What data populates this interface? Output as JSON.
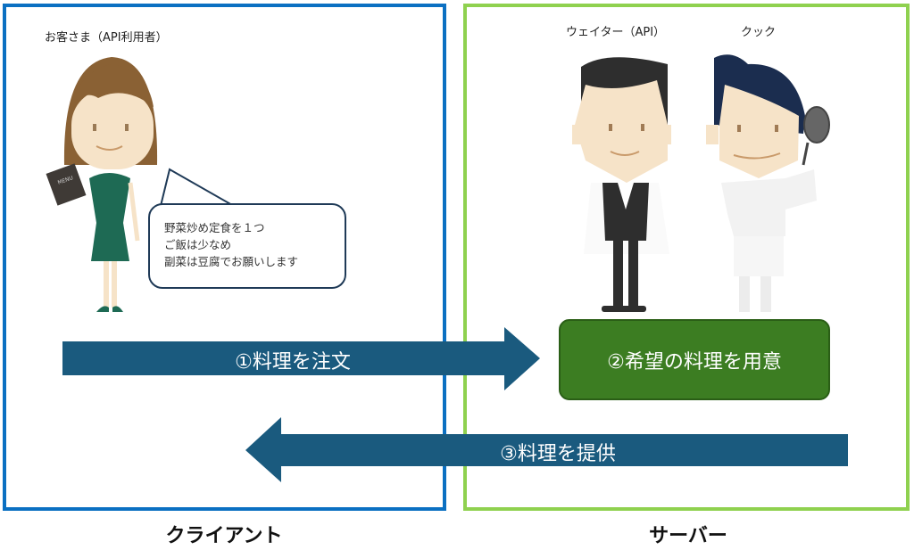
{
  "client": {
    "customer_label": "お客さま（API利用者）",
    "menu_text": "MENU",
    "speech": [
      "野菜炒め定食を１つ",
      "ご飯は少なめ",
      "副菜は豆腐でお願いします"
    ],
    "section_label": "クライアント"
  },
  "server": {
    "waiter_label": "ウェイター（API）",
    "cook_label": "クック",
    "section_label": "サーバー"
  },
  "steps": {
    "order": "①料理を注文",
    "prepare": "②希望の料理を用意",
    "serve": "③料理を提供"
  },
  "colors": {
    "client_border": "#0B70C2",
    "server_border": "#8FD14F",
    "arrow": "#1A5A7E",
    "prepare_box": "#3C7D22"
  }
}
